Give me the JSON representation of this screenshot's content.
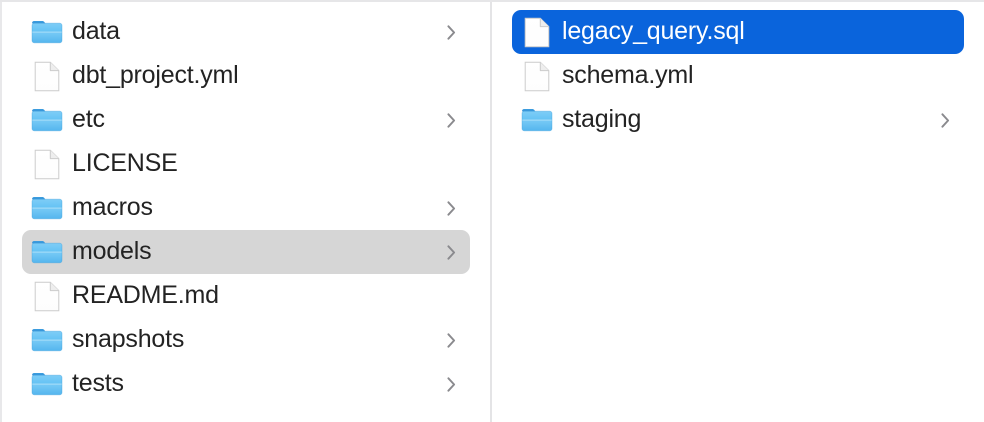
{
  "app": {
    "name": "finder-column-view",
    "view_mode": "column"
  },
  "colors": {
    "selection_active": "#0a64dc",
    "selection_inactive": "#d6d6d6",
    "text": "#232323",
    "text_selected": "#ffffff",
    "folder_icon": "#53b8f0",
    "divider": "#e4e4e6",
    "background": "#ffffff"
  },
  "columns": [
    {
      "id": "column-left",
      "name": "parent-directory-column",
      "items": [
        {
          "label": "data",
          "kind": "folder",
          "has_chevron": true,
          "selected": false,
          "selection_state": "none"
        },
        {
          "label": "dbt_project.yml",
          "kind": "file",
          "has_chevron": false,
          "selected": false,
          "selection_state": "none"
        },
        {
          "label": "etc",
          "kind": "folder",
          "has_chevron": true,
          "selected": false,
          "selection_state": "none"
        },
        {
          "label": "LICENSE",
          "kind": "file",
          "has_chevron": false,
          "selected": false,
          "selection_state": "none"
        },
        {
          "label": "macros",
          "kind": "folder",
          "has_chevron": true,
          "selected": false,
          "selection_state": "none"
        },
        {
          "label": "models",
          "kind": "folder",
          "has_chevron": true,
          "selected": true,
          "selection_state": "inactive"
        },
        {
          "label": "README.md",
          "kind": "file",
          "has_chevron": false,
          "selected": false,
          "selection_state": "none"
        },
        {
          "label": "snapshots",
          "kind": "folder",
          "has_chevron": true,
          "selected": false,
          "selection_state": "none"
        },
        {
          "label": "tests",
          "kind": "folder",
          "has_chevron": true,
          "selected": false,
          "selection_state": "none"
        }
      ]
    },
    {
      "id": "column-right",
      "name": "models-directory-column",
      "items": [
        {
          "label": "legacy_query.sql",
          "kind": "file",
          "has_chevron": false,
          "selected": true,
          "selection_state": "active"
        },
        {
          "label": "schema.yml",
          "kind": "file",
          "has_chevron": false,
          "selected": false,
          "selection_state": "none"
        },
        {
          "label": "staging",
          "kind": "folder",
          "has_chevron": true,
          "selected": false,
          "selection_state": "none"
        }
      ]
    }
  ],
  "icons": {
    "folder": "folder-icon",
    "file": "file-icon",
    "chevron": "chevron-right-icon"
  }
}
